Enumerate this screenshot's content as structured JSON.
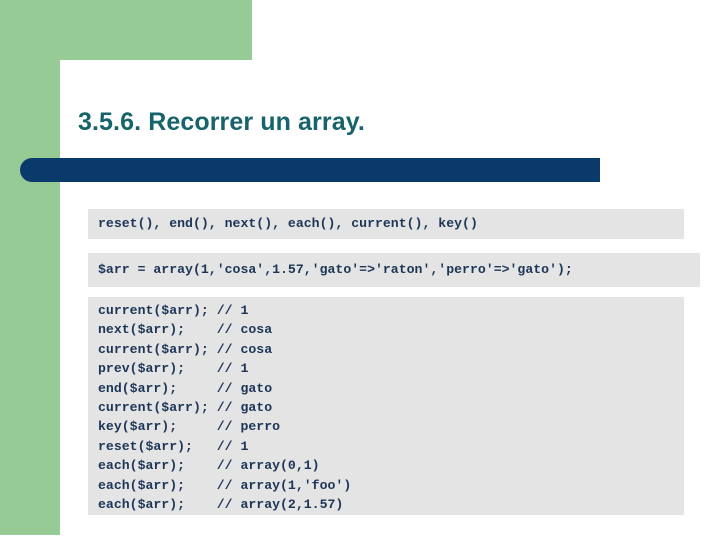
{
  "slide": {
    "title": "3.5.6. Recorrer un array.",
    "colors": {
      "accent_green": "#96CB96",
      "navy_bar": "#0A3A6B",
      "title_teal": "#16636B",
      "code_background": "#E4E4E4",
      "code_text": "#1C3557"
    }
  },
  "code_blocks": {
    "functions": {
      "text": "reset(), end(), next(), each(), current(), key()"
    },
    "array_declaration": {
      "text": "$arr = array(1,'cosa',1.57,'gato'=>'raton','perro'=>'gato');"
    },
    "listing": {
      "lines": [
        "current($arr); // 1",
        "next($arr);    // cosa",
        "current($arr); // cosa",
        "prev($arr);    // 1",
        "end($arr);     // gato",
        "current($arr); // gato",
        "key($arr);     // perro",
        "reset($arr);   // 1",
        "each($arr);    // array(0,1)",
        "each($arr);    // array(1,'foo')",
        "each($arr);    // array(2,1.57)"
      ]
    }
  }
}
